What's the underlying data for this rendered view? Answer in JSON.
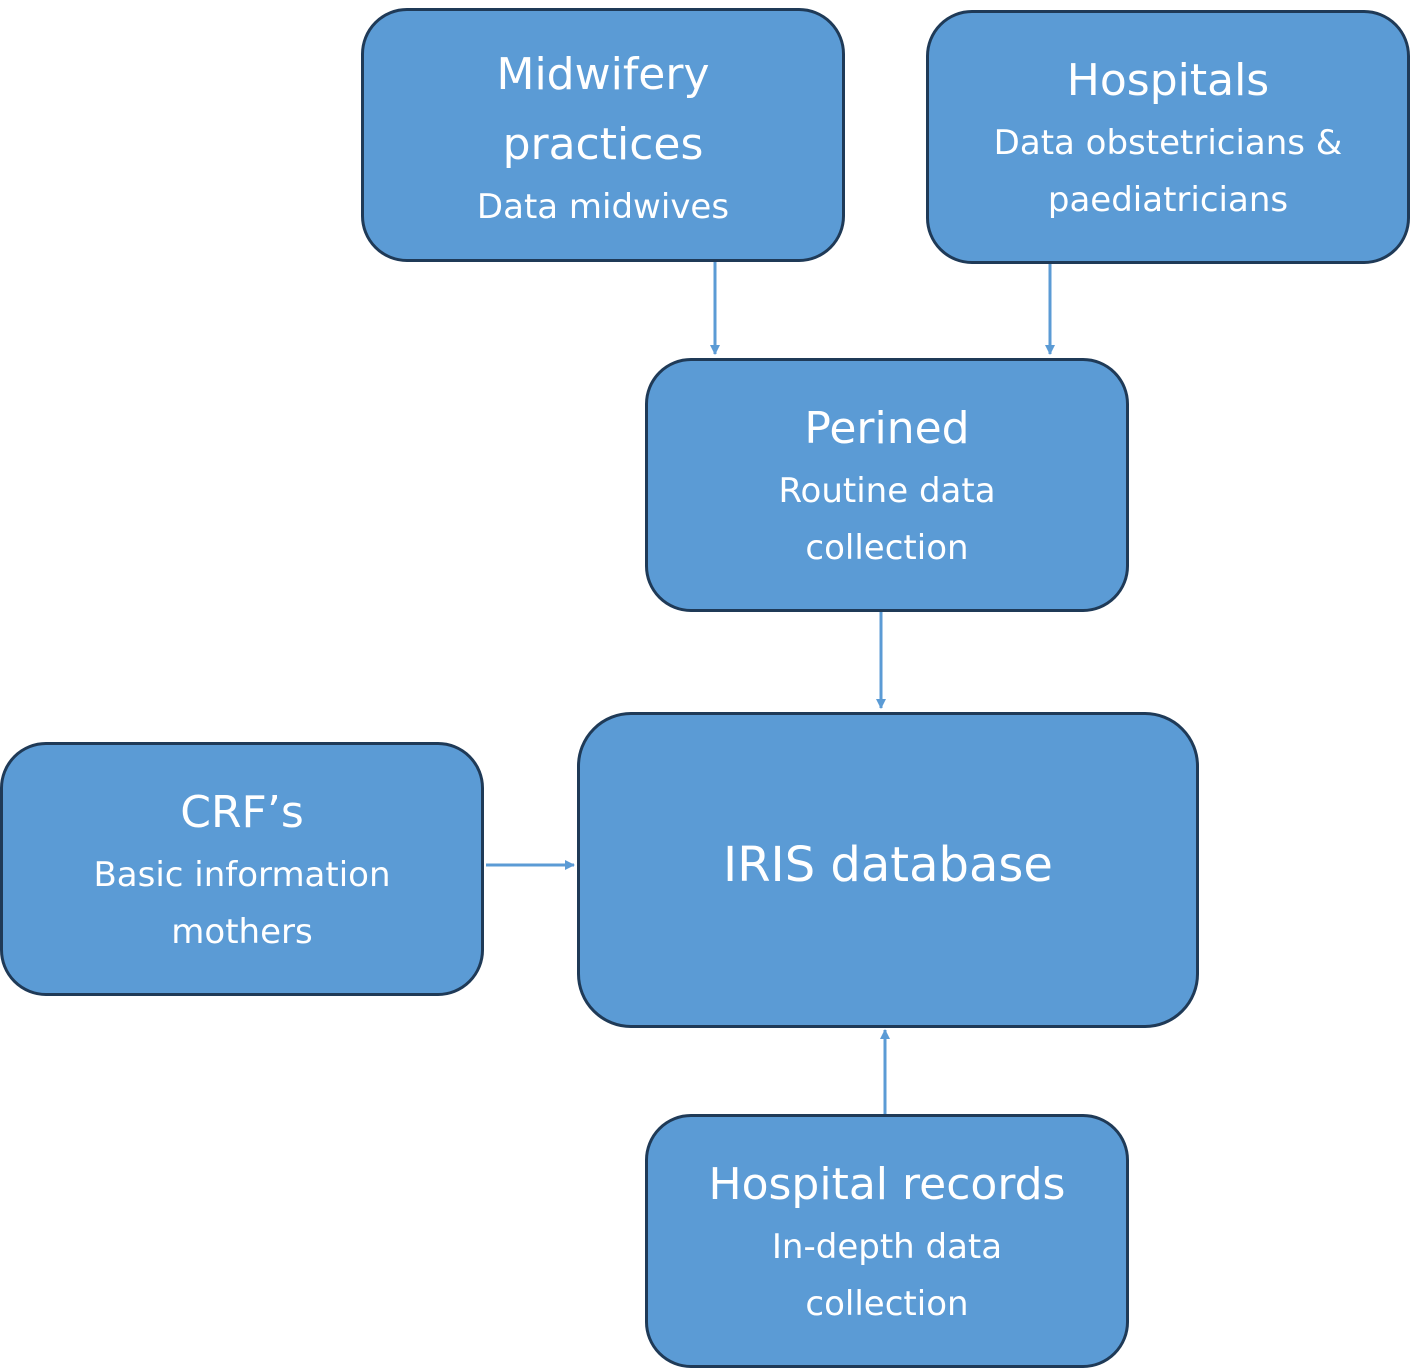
{
  "boxes": {
    "midwifery": {
      "title": "Midwifery\npractices",
      "subtitle": "Data midwives"
    },
    "hospitals": {
      "title": "Hospitals",
      "subtitle": "Data obstetricians &\npaediatricians"
    },
    "perined": {
      "title": "Perined",
      "subtitle": "Routine data\ncollection"
    },
    "iris": {
      "title": "IRIS database"
    },
    "crfs": {
      "title": "CRF’s",
      "subtitle": "Basic information\nmothers"
    },
    "records": {
      "title": "Hospital records",
      "subtitle": "In-depth data\ncollection"
    }
  },
  "colors": {
    "box_fill": "#5b9bd5",
    "box_border": "#1f3a57",
    "box_text": "#ffffff",
    "arrow": "#5b9bd5"
  },
  "connections": [
    {
      "from": "midwifery",
      "to": "perined"
    },
    {
      "from": "hospitals",
      "to": "perined"
    },
    {
      "from": "perined",
      "to": "iris"
    },
    {
      "from": "crfs",
      "to": "iris"
    },
    {
      "from": "records",
      "to": "iris"
    }
  ]
}
